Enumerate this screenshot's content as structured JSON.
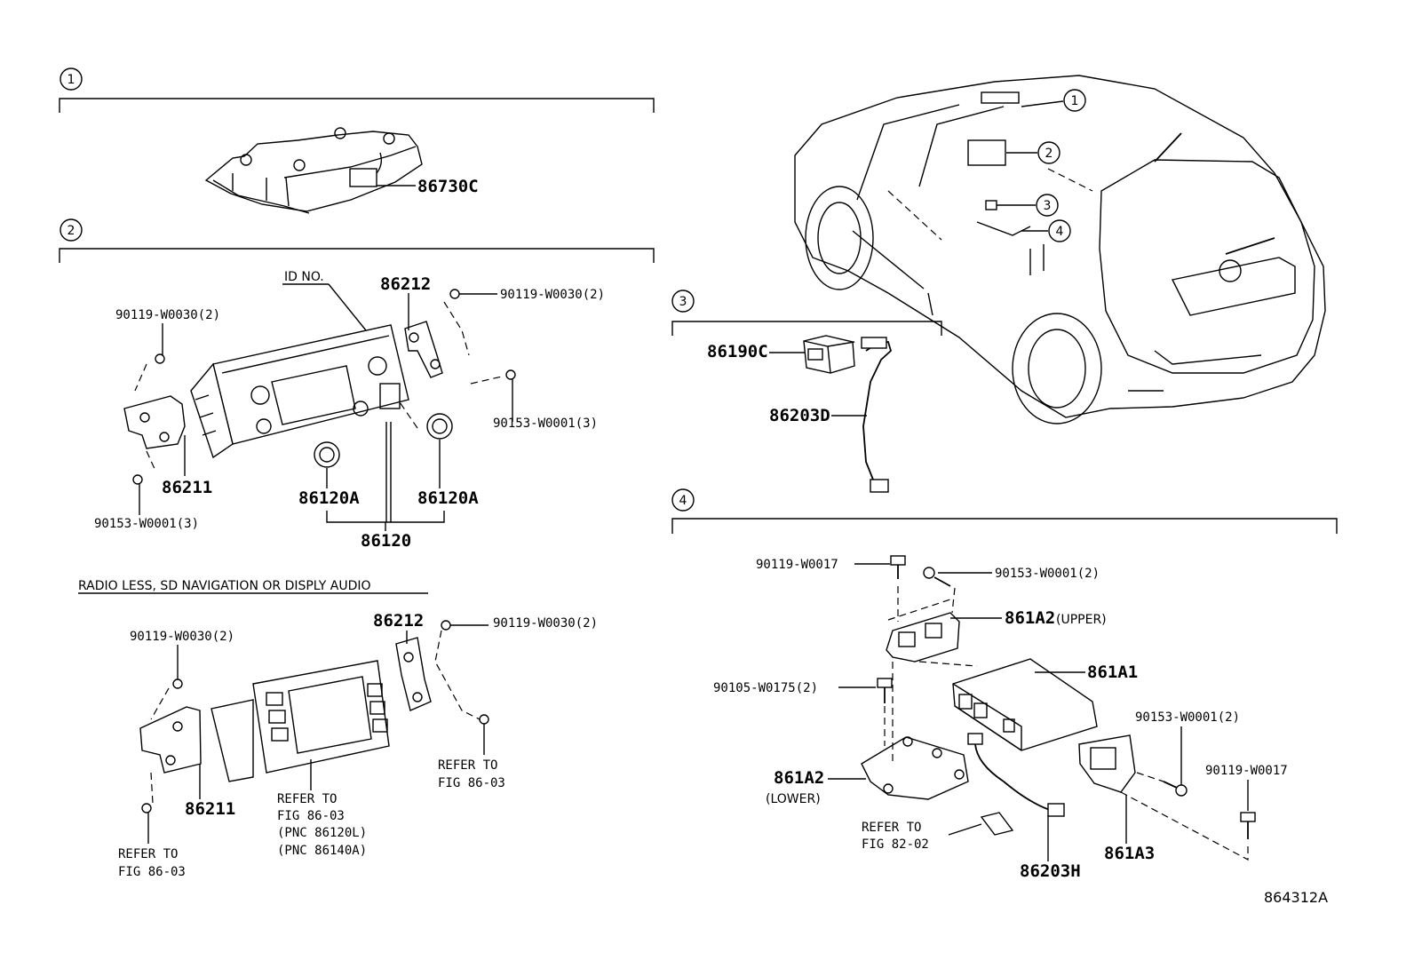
{
  "sections": [
    {
      "num": "1"
    },
    {
      "num": "2"
    },
    {
      "num": "3"
    },
    {
      "num": "4"
    }
  ],
  "car_callouts": [
    "1",
    "2",
    "3",
    "4"
  ],
  "section1": {
    "parts": [
      "86730C"
    ]
  },
  "section2": {
    "id_no": "ID NO.",
    "p86212": "86212",
    "p90119_tr": "90119-W0030(2)",
    "p90119_tl": "90119-W0030(2)",
    "p90153_r": "90153-W0001(3)",
    "p86211": "86211",
    "p90153_bl": "90153-W0001(3)",
    "p86120A_l": "86120A",
    "p86120A_r": "86120A",
    "p86120": "86120"
  },
  "variant": {
    "heading": "RADIO LESS, SD NAVIGATION OR DISPLY AUDIO",
    "p86212": "86212",
    "p90119_tr": "90119-W0030(2)",
    "p90119_tl": "90119-W0030(2)",
    "p86211": "86211",
    "refer_bl": [
      "REFER TO",
      "FIG 86-03"
    ],
    "refer_center": [
      "REFER TO",
      "FIG 86-03",
      "(PNC 86120L)",
      "(PNC 86140A)"
    ],
    "refer_r": [
      "REFER TO",
      "FIG 86-03"
    ]
  },
  "section3": {
    "p86190C": "86190C",
    "p86203D": "86203D"
  },
  "section4": {
    "p90119_top": "90119-W0017",
    "p90153_top": "90153-W0001(2)",
    "p861A2_upper": "861A2",
    "upper_note": "(UPPER)",
    "p861A1": "861A1",
    "p90105": "90105-W0175(2)",
    "p90153_r": "90153-W0001(2)",
    "p90119_r": "90119-W0017",
    "p861A2_lower": "861A2",
    "lower_note": "(LOWER)",
    "refer": [
      "REFER TO",
      "FIG 82-02"
    ],
    "p86203H": "86203H",
    "p861A3": "861A3"
  },
  "figure_id": "864312A"
}
